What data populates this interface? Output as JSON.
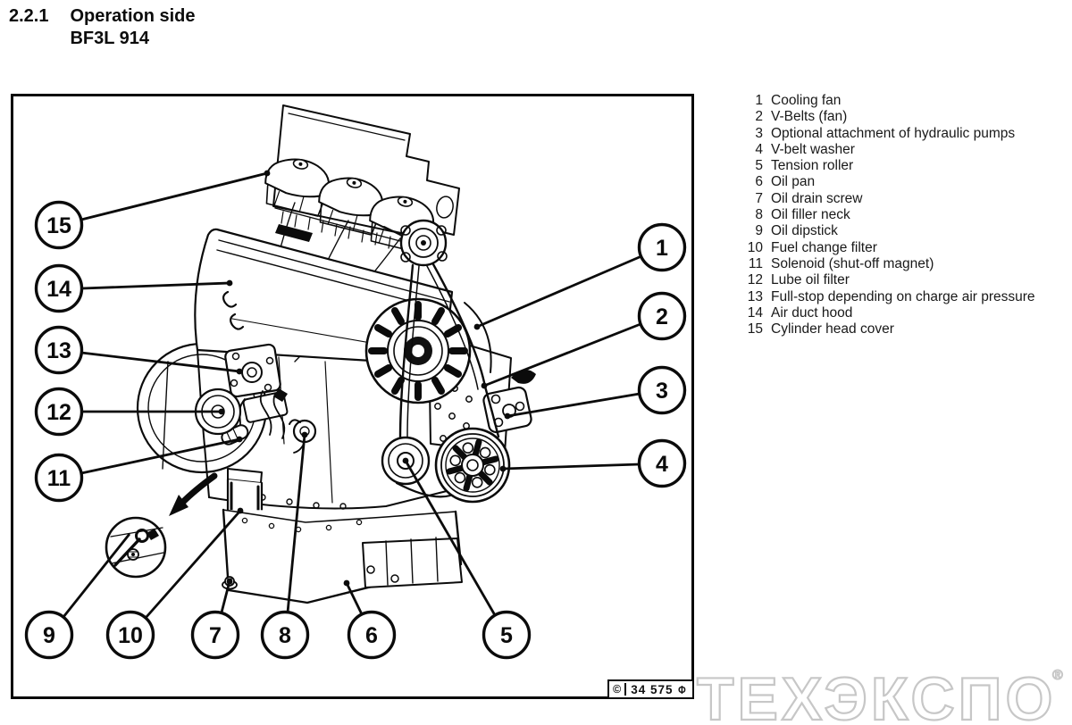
{
  "page": {
    "section": "2.2.1",
    "title": "Operation side",
    "model": "BF3L 914"
  },
  "legend": {
    "items": [
      {
        "num": "1",
        "label": "Cooling fan"
      },
      {
        "num": "2",
        "label": "V-Belts  (fan)"
      },
      {
        "num": "3",
        "label": "Optional  attachment  of  hydraulic  pumps"
      },
      {
        "num": "4",
        "label": "V-belt  washer"
      },
      {
        "num": "5",
        "label": "Tension  roller"
      },
      {
        "num": "6",
        "label": "Oil pan"
      },
      {
        "num": "7",
        "label": "Oil  drain  screw"
      },
      {
        "num": "8",
        "label": "Oil filler neck"
      },
      {
        "num": "9",
        "label": "Oil dipstick"
      },
      {
        "num": "10",
        "label": "Fuel  change  filter"
      },
      {
        "num": "11",
        "label": "Solenoid  (shut-off  magnet)"
      },
      {
        "num": "12",
        "label": "Lube oil filter"
      },
      {
        "num": "13",
        "label": "Full-stop depending on charge air pressure"
      },
      {
        "num": "14",
        "label": "Air  duct  hood"
      },
      {
        "num": "15",
        "label": "Cylinder  head  cover"
      }
    ]
  },
  "figure": {
    "copyright": "©",
    "number": "34 575",
    "mark": "Φ"
  },
  "callouts": {
    "c1": "1",
    "c2": "2",
    "c3": "3",
    "c4": "4",
    "c5": "5",
    "c6": "6",
    "c7": "7",
    "c8": "8",
    "c9": "9",
    "c10": "10",
    "c11": "11",
    "c12": "12",
    "c13": "13",
    "c14": "14",
    "c15": "15"
  },
  "watermark": {
    "text": "ТЕХЭКСПО",
    "registered": "®"
  },
  "colors": {
    "ink": "#0b0b0b",
    "watermark_gray": "#c7c7c7"
  }
}
